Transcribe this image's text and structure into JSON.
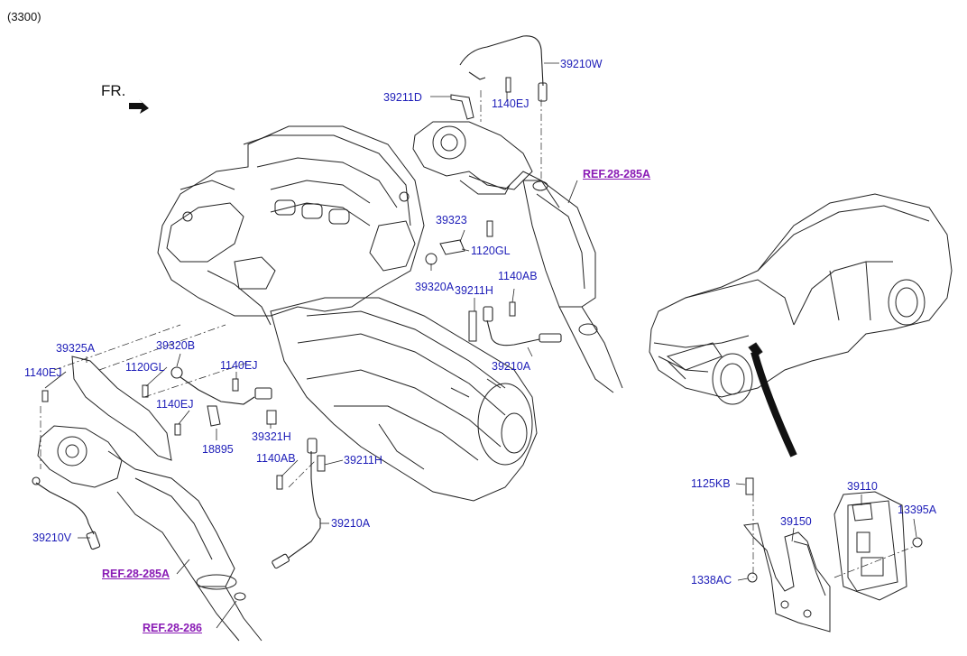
{
  "diagram_code": "(3300)",
  "direction_label": "FR.",
  "parts": {
    "p39210W": "39210W",
    "p39211D": "39211D",
    "p1140EJ_top": "1140EJ",
    "ref_28_285A_top": "REF.28-285A",
    "p39323": "39323",
    "p1120GL_mid": "1120GL",
    "p1140AB_mid": "1140AB",
    "p39320A": "39320A",
    "p39211H_mid": "39211H",
    "p39210A_mid": "39210A",
    "p39325A": "39325A",
    "p39320B": "39320B",
    "p1140EJ_left": "1140EJ",
    "p1120GL_left": "1120GL",
    "p1140EJ_center": "1140EJ",
    "p1140EJ_lower": "1140EJ",
    "p39321H": "39321H",
    "p18895": "18895",
    "p1140AB_low": "1140AB",
    "p39211H_low": "39211H",
    "p39210A_low": "39210A",
    "p39210V": "39210V",
    "ref_28_285A_low": "REF.28-285A",
    "ref_28_286": "REF.28-286",
    "p1125KB": "1125KB",
    "p39110": "39110",
    "p13395A": "13395A",
    "p39150": "39150",
    "p1338AC": "1338AC"
  },
  "colors": {
    "part_label": "#1d1db8",
    "reference_label": "#8a1bb5",
    "line_art": "#222222"
  }
}
